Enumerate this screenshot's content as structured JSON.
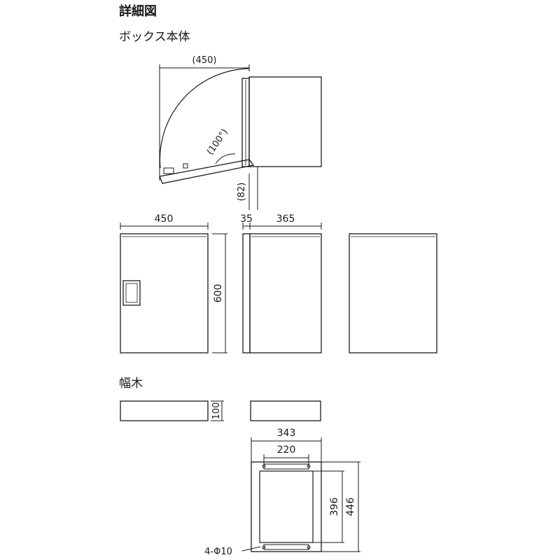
{
  "title": "詳細図",
  "box_section": {
    "heading": "ボックス本体",
    "plan_width": "(450)",
    "door_angle": "(100°)",
    "door_depth": "(82)",
    "front_width": "450",
    "height": "600",
    "door_thickness": "35",
    "body_depth": "365"
  },
  "base_section": {
    "heading": "幅木",
    "base_height": "100",
    "base_depth": "343",
    "base_inner": "220",
    "base_inner_length": "396",
    "base_outer_length": "446",
    "holes": "4-Φ10"
  }
}
